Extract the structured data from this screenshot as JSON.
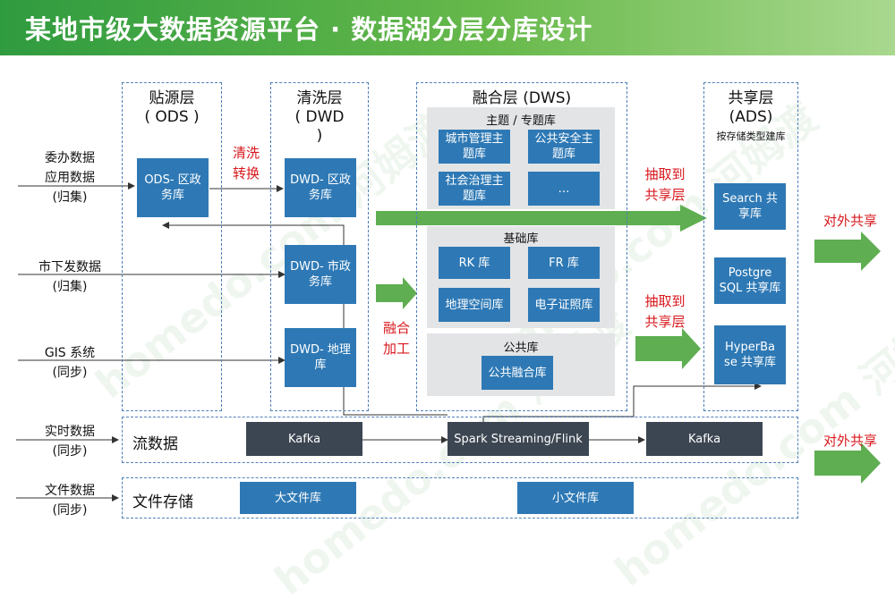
{
  "title": "某地市级大数据资源平台 · 数据湖分层分库设计",
  "watermark": "homedo.com 河姆渡",
  "layers": {
    "ods": {
      "title": "贴源层",
      "subtitle": "( ODS )"
    },
    "dwd": {
      "title": "清洗层",
      "subtitle1": "( DWD",
      "subtitle2": ")"
    },
    "dws": {
      "title": "融合层 (DWS)"
    },
    "ads": {
      "title": "共享层",
      "subtitle": "(ADS)",
      "note": "按存储类型建库"
    }
  },
  "sources": {
    "s1_line1": "委办数据",
    "s1_line2": "应用数据",
    "s1_line3": "(归集)",
    "s2_line1": "市下发数据",
    "s2_line2": "(归集)",
    "s3_line1": "GIS 系统",
    "s3_line2": "(同步)",
    "s4_line1": "实时数据",
    "s4_line2": "(同步)",
    "s5_line1": "文件数据",
    "s5_line2": "(同步)"
  },
  "ods_box": "ODS- 区政务库",
  "dwd_boxes": [
    "DWD- 区政务库",
    "DWD- 市政务库",
    "DWD- 地理库"
  ],
  "labels": {
    "clean1": "清洗",
    "clean2": "转换",
    "fuse1": "融合",
    "fuse2": "加工",
    "extract1a": "抽取到",
    "extract1b": "共享层",
    "extract2a": "抽取到",
    "extract2b": "共享层",
    "share1": "对外共享",
    "share2": "对外共享"
  },
  "dws": {
    "topic_title": "主题 / 专题库",
    "topic_boxes": [
      "城市管理主题库",
      "公共安全主题库",
      "社会治理主题库",
      "…"
    ],
    "base_title": "基础库",
    "base_boxes": [
      "RK 库",
      "FR 库",
      "地理空间库",
      "电子证照库"
    ],
    "public_title": "公共库",
    "public_box": "公共融合库"
  },
  "ads_boxes": [
    "Search 共享库",
    "Postgre SQL 共享库",
    "HyperBa se 共享库"
  ],
  "stream": {
    "label": "流数据",
    "boxes": [
      "Kafka",
      "Spark Streaming/Flink",
      "Kafka"
    ]
  },
  "file": {
    "label": "文件存储",
    "boxes": [
      "大文件库",
      "小文件库"
    ]
  },
  "colors": {
    "blue_box": "#2e79b5",
    "dark_box": "#3c4652",
    "dash": "#4f7fb8",
    "green_arrow": "#5fae52",
    "red_text": "#d8181d"
  }
}
